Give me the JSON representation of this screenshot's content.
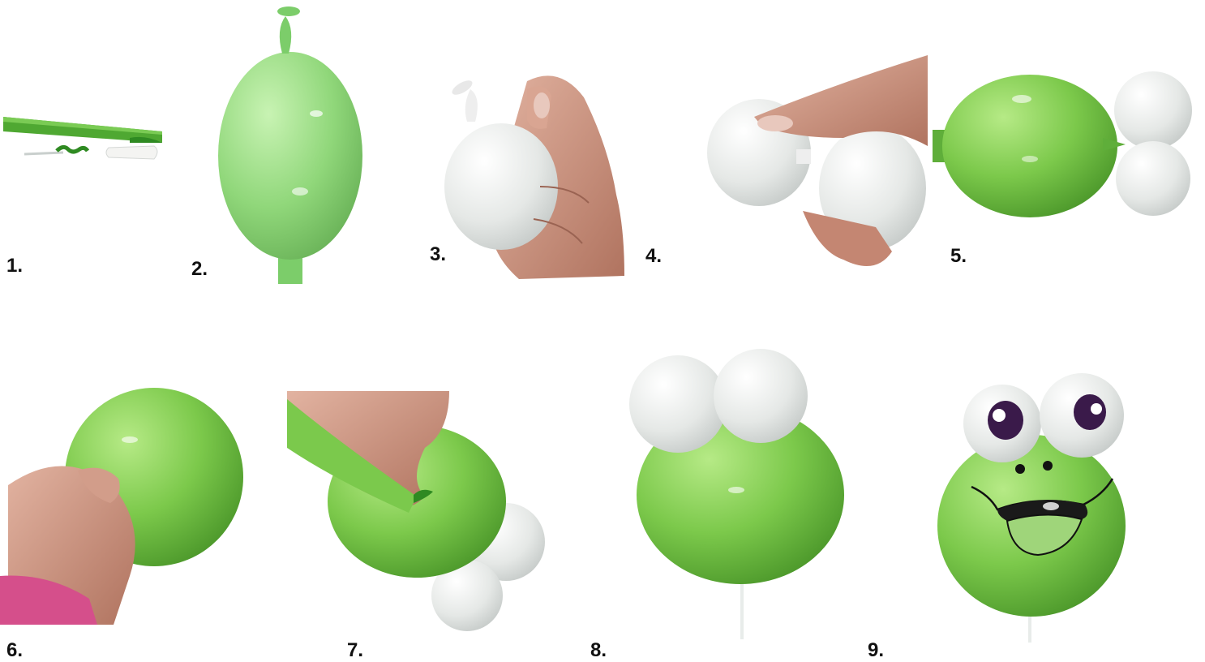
{
  "steps": [
    {
      "label": "1."
    },
    {
      "label": "2."
    },
    {
      "label": "3."
    },
    {
      "label": "4."
    },
    {
      "label": "5."
    },
    {
      "label": "6."
    },
    {
      "label": "7."
    },
    {
      "label": "8."
    },
    {
      "label": "9."
    }
  ],
  "colors": {
    "green_balloon": "#79c34a",
    "light_green_balloon": "#8fd67a",
    "white_balloon": "#e3e6e5",
    "skin": "#c98d78",
    "pink_sleeve": "#d14d8a",
    "pupil": "#3a1a4a"
  },
  "icons": [
    "deflated-balloon-icon",
    "balloon-icon",
    "hand-icon",
    "frog-face-icon"
  ]
}
